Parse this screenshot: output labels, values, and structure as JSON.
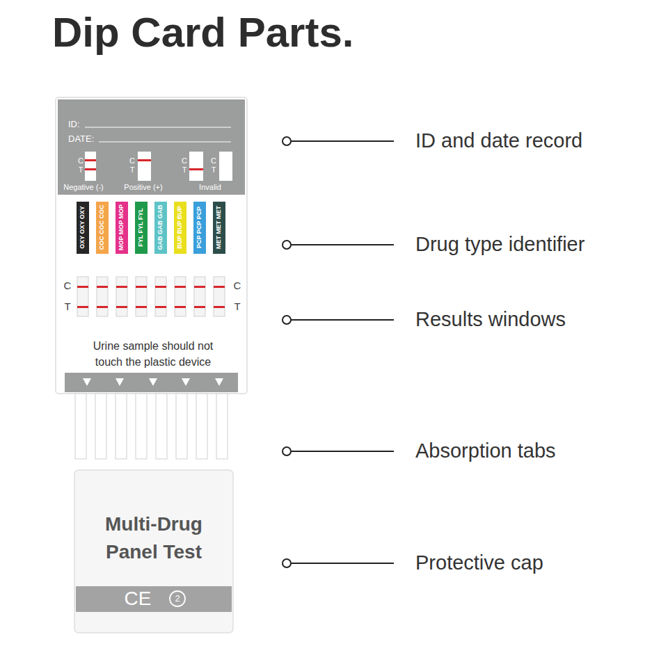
{
  "diagram": {
    "title": "Dip Card Parts.",
    "nodes": [
      {
        "text": [
          "Urine sample should not touch the plastic device"
        ]
      },
      {
        "text": [
          "ID:",
          "DATE:"
        ],
        "in": 0
      },
      {
        "text": [
          "Multi-Drug Panel Test"
        ]
      },
      {
        "text": [
          "CE",
          "2"
        ],
        "in": 2
      }
    ],
    "labels": [
      "C",
      "T",
      "Negative (-)",
      "C",
      "T",
      "Positive (+)",
      "C",
      "T",
      "C",
      "T",
      "Invalid",
      "OXY OXY OXY",
      "COC COC COC",
      "MOP MOP MOP",
      "FYL FYL FYL",
      "GAB GAB GAB",
      "BUP BUP BUP",
      "PCP PCP PCP",
      "MET MET MET",
      "C",
      "T",
      "C",
      "T",
      "ID and date record",
      "Drug type identifier",
      "Results windows",
      "Absorption tabs",
      "Protective cap"
    ]
  }
}
